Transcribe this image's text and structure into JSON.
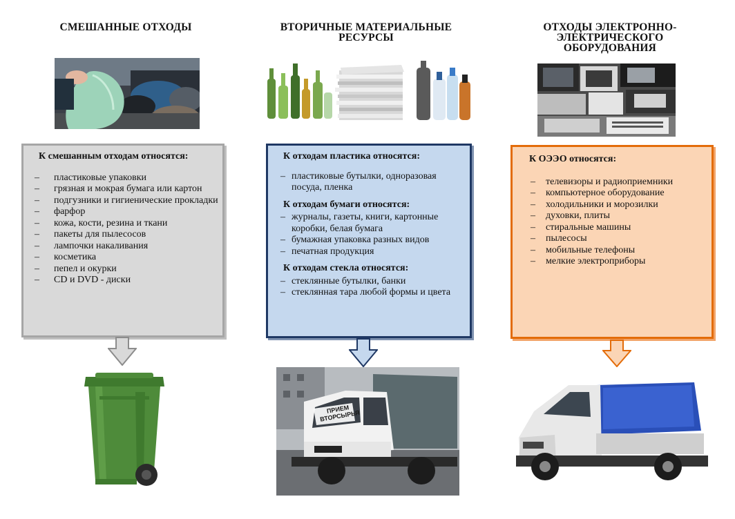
{
  "columns": [
    {
      "title": "СМЕШАННЫЕ ОТХОДЫ",
      "box_header": "К смешанным отходам относятся:",
      "items": [
        "пластиковые упаковки",
        "грязная и мокрая бумага или картон",
        "подгузники и гигиенические прокладки",
        "фарфор",
        "кожа, кости, резина и ткани",
        "пакеты для пылесосов",
        "лампочки накаливания",
        "косметика",
        "пепел и окурки",
        "CD и DVD - диски"
      ]
    },
    {
      "title": "ВТОРИЧНЫЕ МАТЕРИАЛЬНЫЕ РЕСУРСЫ",
      "groups": [
        {
          "header": "К отходам пластика относятся:",
          "items": [
            "пластиковые бутылки, одноразовая посуда, пленка"
          ]
        },
        {
          "header": "К отходам бумаги относятся:",
          "items": [
            "журналы, газеты, книги, картонные коробки, белая бумага",
            "бумажная упаковка разных видов",
            "печатная продукция"
          ]
        },
        {
          "header": "К отходам стекла относятся:",
          "items": [
            "стеклянные бутылки, банки",
            "стеклянная тара любой формы и цвета"
          ]
        }
      ],
      "truck_sign": "ПРИЕМ ВТОРСЫРЬЯ"
    },
    {
      "title": "ОТХОДЫ ЭЛЕКТРОННО-ЭЛЕКТРИЧЕСКОГО ОБОРУДОВАНИЯ",
      "box_header": "К ОЭЭО относятся:",
      "items": [
        "телевизоры и радиоприемники",
        "компьютерное оборудование",
        "холодильники и морозилки",
        "духовки, плиты",
        "стиральные машины",
        "пылесосы",
        "мобильные телефоны",
        "мелкие электроприборы"
      ]
    }
  ],
  "colors": {
    "mixed_fill": "#d9d9d9",
    "mixed_border": "#a6a6a6",
    "recycle_fill": "#c5d8ee",
    "recycle_border": "#1f3864",
    "eee_fill": "#fbd5b5",
    "eee_border": "#e36c09",
    "bin_green": "#4e8b3a",
    "truck_tarp_blue": "#2a4fb8"
  },
  "icons": {
    "mixed_photo": "garbage-bag-photo",
    "recycle_photo": "bottles-newspapers-photo",
    "eee_photo": "electronic-waste-photo",
    "mixed_destination": "green-wheelie-bin-icon",
    "recycle_destination": "recycling-truck-photo",
    "eee_destination": "blue-tarp-truck-icon"
  }
}
